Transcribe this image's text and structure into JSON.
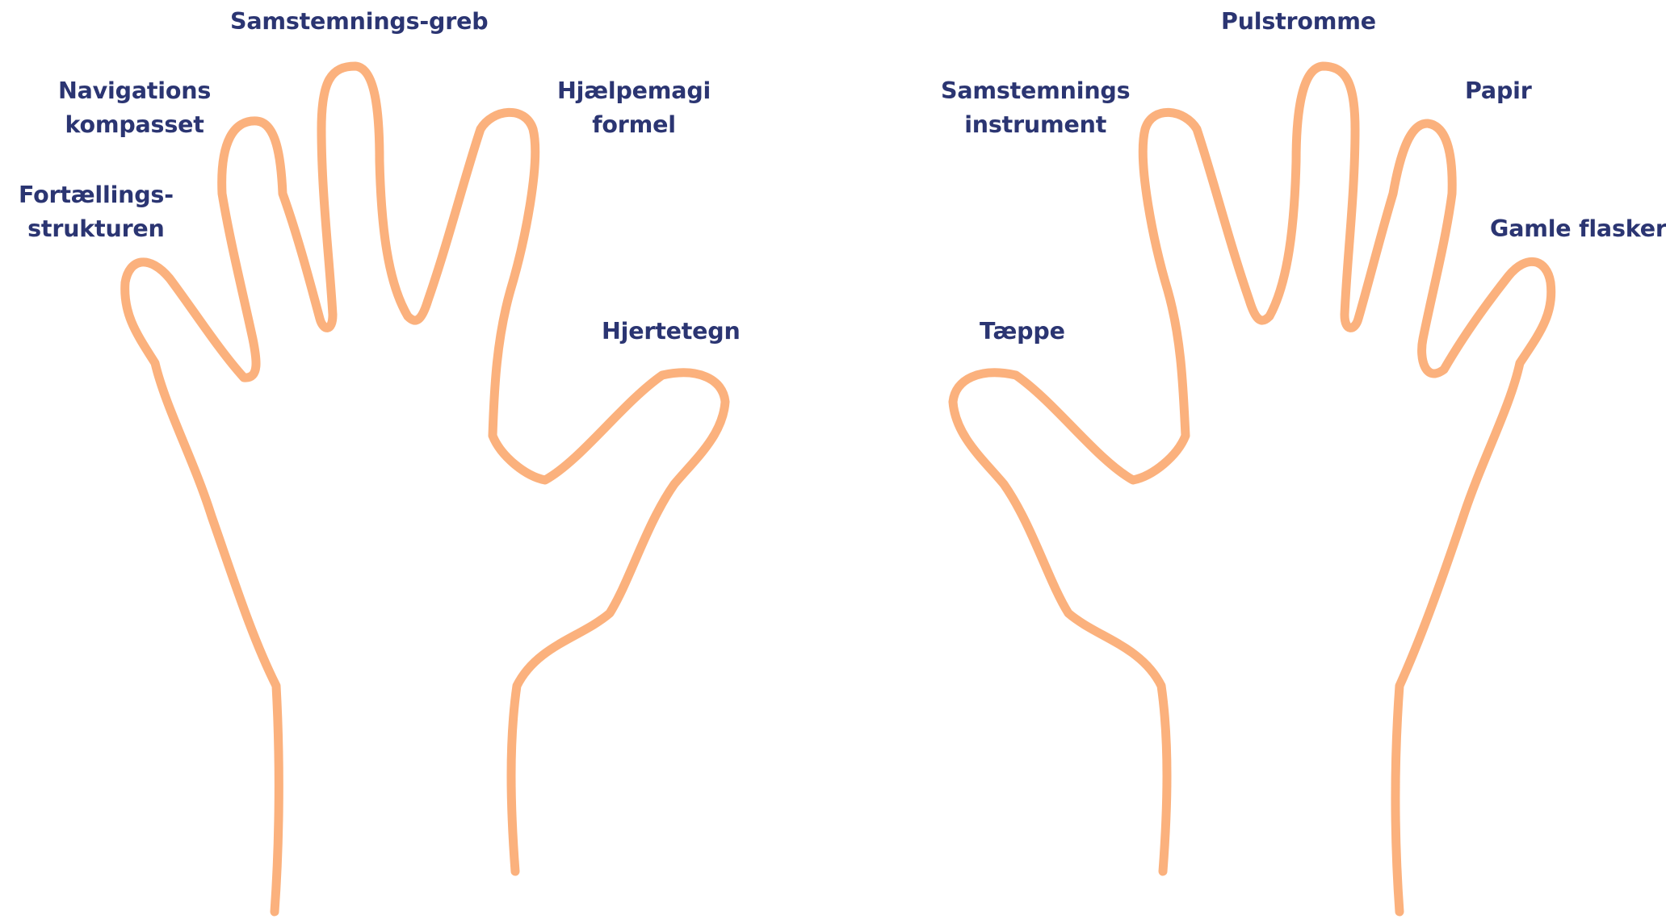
{
  "colors": {
    "outline": "#fbaa72",
    "label": "#2b3572",
    "background": "#ffffff"
  },
  "left_hand": {
    "labels": [
      {
        "lines": [
          "Samstemnings-greb"
        ]
      },
      {
        "lines": [
          "Navigations",
          "kompasset"
        ]
      },
      {
        "lines": [
          "Fortællings-",
          "strukturen"
        ]
      },
      {
        "lines": [
          "Hjælpemagi",
          "formel"
        ]
      },
      {
        "lines": [
          "Hjertetegn"
        ]
      }
    ]
  },
  "right_hand": {
    "labels": [
      {
        "lines": [
          "Pulstromme"
        ]
      },
      {
        "lines": [
          "Samstemnings",
          "instrument"
        ]
      },
      {
        "lines": [
          "Papir"
        ]
      },
      {
        "lines": [
          "Gamle flasker"
        ]
      },
      {
        "lines": [
          "Tæppe"
        ]
      }
    ]
  }
}
